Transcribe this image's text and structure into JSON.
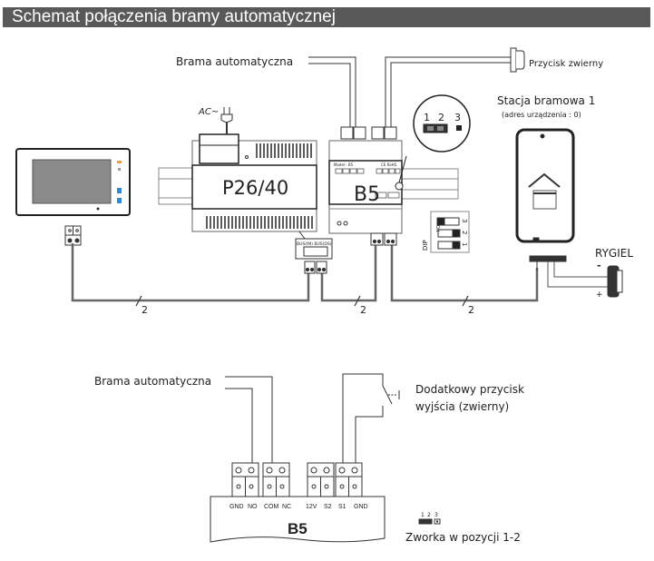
{
  "title": "Schemat połączenia bramy automatycznej",
  "top_diagram": {
    "gate_label": "Brama automatyczna",
    "button_label": "Przycisk zwierny",
    "ac_label": "AC~",
    "power_unit_label": "P26/40",
    "b5_label": "B5",
    "b5_model": "Model : B5",
    "b5_ce": "CE RoHS",
    "bus_labels": "BUS(IM) BUS(DS)",
    "station_title": "Stacja bramowa 1",
    "station_subtitle": "(adres urządzenia : 0)",
    "lock_label": "RYGIEL",
    "lock_minus": "-",
    "lock_plus": "+",
    "dip_label": "DIP",
    "dip_on": "ON",
    "dip_numbers": [
      "1",
      "2",
      "3"
    ],
    "jumper_numbers": [
      "1",
      "2",
      "3"
    ],
    "wire_count_1": "2",
    "wire_count_2": "2",
    "wire_count_3": "2",
    "monitor_buttons_color": "#1e90e0",
    "monitor_led_color": "#f0a030"
  },
  "bottom_diagram": {
    "gate_label": "Brama automatyczna",
    "button_label_line1": "Dodatkowy przycisk",
    "button_label_line2": "wyjścia (zwierny)",
    "terminals": [
      "GND",
      "NO",
      "COM",
      "NC",
      "12V",
      "S2",
      "S1",
      "GND"
    ],
    "module_label": "B5",
    "jumper_numbers": [
      "1",
      "2",
      "3"
    ],
    "jumper_caption": "Zworka w pozycji 1-2"
  }
}
